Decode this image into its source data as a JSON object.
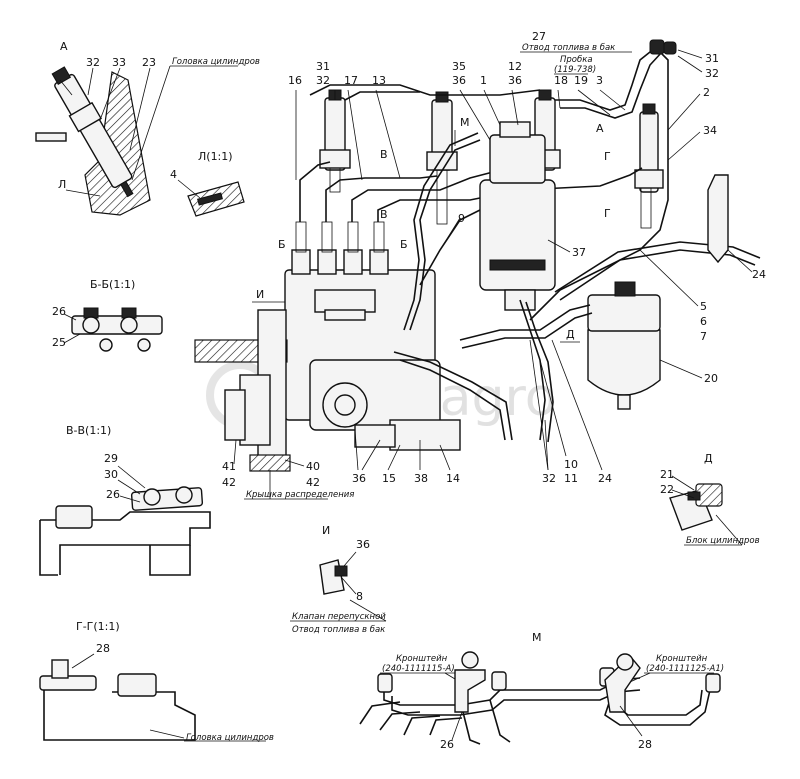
{
  "sections": {
    "A": "А",
    "L": "Л(1:1)",
    "BB": "Б-Б(1:1)",
    "VV": "В-В(1:1)",
    "GG": "Г-Г(1:1)",
    "D": "Д",
    "I": "И",
    "M": "М"
  },
  "labels": {
    "head_cylinders_top": "Головка цилиндров",
    "head_cylinders_bottom": "Головка цилиндров",
    "fuel_return_tank": "Отвод топлива в бак",
    "fuel_return_tank_2": "Отвод топлива в бак",
    "pump_model_label": "Пробка",
    "pump_model": "(119-738)",
    "bypass_valve": "Клапан перепускной",
    "distribution_cover": "Крышка распределения",
    "cylinder_block": "Блок цилиндров",
    "bracket_left": "Кронштейн",
    "bracket_left_code": "(240-1111115-А)",
    "bracket_right": "Кронштейн",
    "bracket_right_code": "(240-1111125-А1)"
  },
  "view_letters": {
    "m": "М",
    "v1": "В",
    "v2": "В",
    "b1": "Б",
    "b2": "Б",
    "a": "А",
    "g1": "Г",
    "g2": "Г",
    "i": "И",
    "d": "Д"
  },
  "callouts": {
    "c32a": "32",
    "c33": "33",
    "c23": "23",
    "cL": "Л",
    "c4": "4",
    "c16": "16",
    "c31a": "31",
    "c32b": "32",
    "c17": "17",
    "c13": "13",
    "c35": "35",
    "c36a": "36",
    "c1": "1",
    "c27": "27",
    "c12": "12",
    "c36b": "36",
    "c18": "18",
    "c19": "19",
    "c3": "3",
    "c31b": "31",
    "c32c": "32",
    "c2": "2",
    "c34": "34",
    "c9": "9",
    "c37": "37",
    "c24a": "24",
    "c5": "5",
    "c6": "6",
    "c7": "7",
    "c20": "20",
    "c26a": "26",
    "c25": "25",
    "c29": "29",
    "c30": "30",
    "c26b": "26",
    "c41": "41",
    "c42a": "42",
    "c40": "40",
    "c42b": "42",
    "c36c": "36",
    "c15": "15",
    "c38": "38",
    "c14": "14",
    "c32d": "32",
    "c11": "11",
    "c10": "10",
    "c24b": "24",
    "c21": "21",
    "c22": "22",
    "c36d": "36",
    "c8": "8",
    "c28a": "28",
    "c26c": "26",
    "c28b": "28"
  },
  "watermark": "planetagro"
}
